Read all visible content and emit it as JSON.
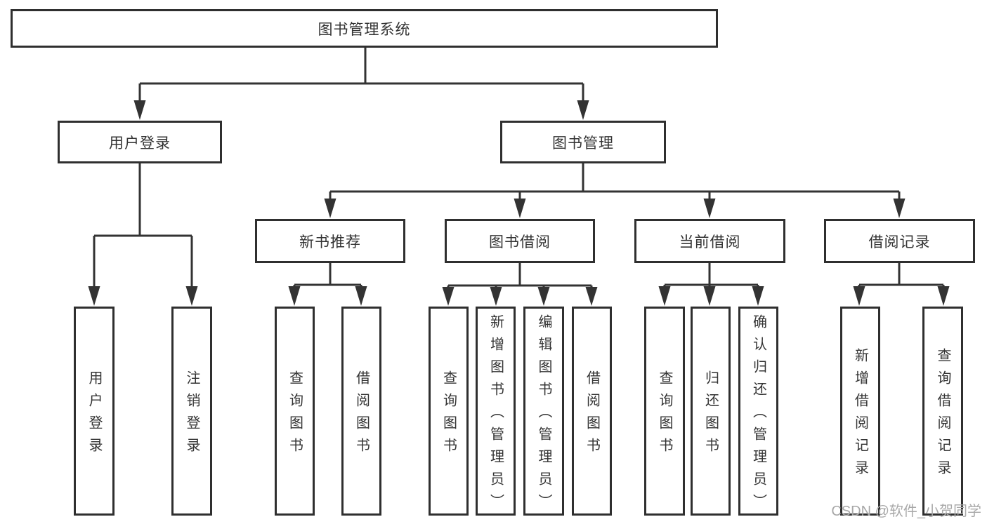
{
  "diagram": {
    "root": {
      "label": "图书管理系统"
    },
    "level2": {
      "user_branch": {
        "label": "用户登录"
      },
      "mgmt_branch": {
        "label": "图书管理"
      }
    },
    "level3": {
      "new_books": {
        "label": "新书推荐"
      },
      "borrowing": {
        "label": "图书借阅"
      },
      "current": {
        "label": "当前借阅"
      },
      "records": {
        "label": "借阅记录"
      }
    },
    "leaves": {
      "login": {
        "label": "用户登录"
      },
      "logout": {
        "label": "注销登录"
      },
      "query_books_1": {
        "label": "查询图书"
      },
      "borrow_books_1": {
        "label": "借阅图书"
      },
      "query_books_2": {
        "label": "查询图书"
      },
      "add_book_admin": {
        "label": "新增图书（管理员）"
      },
      "edit_book_admin": {
        "label": "编辑图书（管理员）"
      },
      "borrow_books_2": {
        "label": "借阅图书"
      },
      "query_books_3": {
        "label": "查询图书"
      },
      "return_book": {
        "label": "归还图书"
      },
      "confirm_return_admin": {
        "label": "确认归还（管理员）"
      },
      "add_borrow_record": {
        "label": "新增借阅记录"
      },
      "query_borrow_record": {
        "label": "查询借阅记录"
      }
    }
  },
  "watermark": {
    "text": "CSDN @软件_小贺同学"
  },
  "colors": {
    "line": "#333333",
    "box_border": "#2f2f2f",
    "text": "#333333",
    "watermark": "#a8a8a8",
    "background": "#ffffff"
  }
}
